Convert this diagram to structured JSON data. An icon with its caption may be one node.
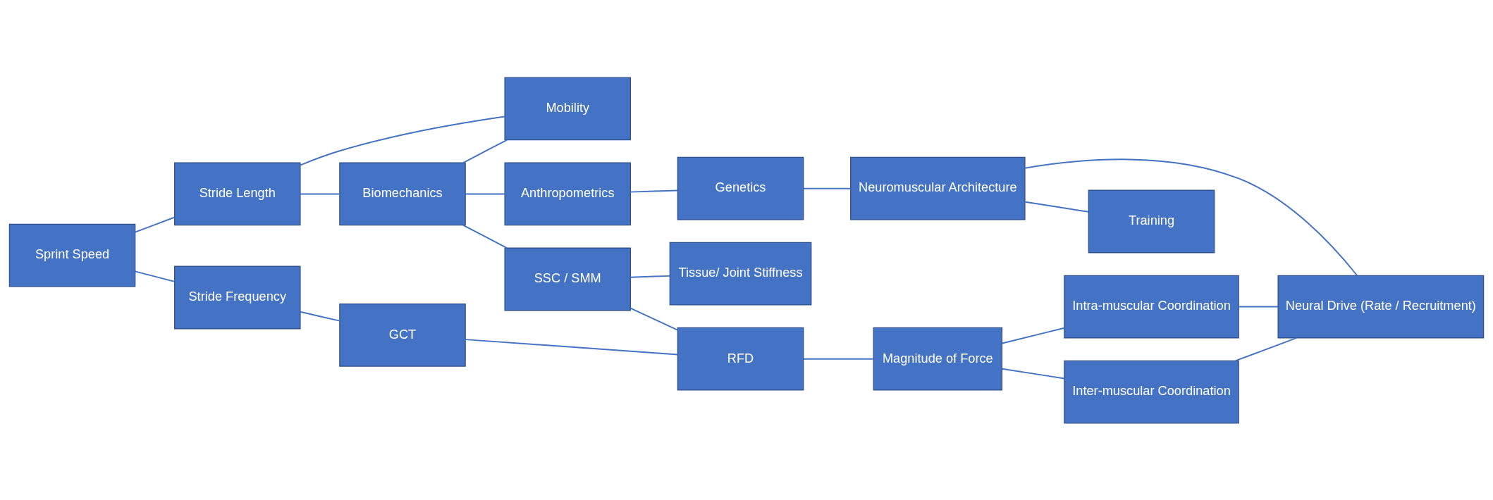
{
  "diagram": {
    "nodes": [
      {
        "text": [
          "Sprint Speed"
        ]
      },
      {
        "text": [
          "Stride Length"
        ]
      },
      {
        "text": [
          "Stride Frequency"
        ]
      },
      {
        "text": [
          "Biomechanics"
        ]
      },
      {
        "text": [
          "Mobility"
        ]
      },
      {
        "text": [
          "GCT"
        ]
      },
      {
        "text": [
          "Anthropometrics"
        ]
      },
      {
        "text": [
          "SSC / SMM"
        ]
      },
      {
        "text": [
          "RFD"
        ]
      },
      {
        "text": [
          "Magnitude of Force"
        ]
      },
      {
        "text": [
          "Tissue/ Joint Stiffness"
        ]
      },
      {
        "text": [
          "Intra-muscular Coordination"
        ]
      },
      {
        "text": [
          "Inter-muscular Coordination"
        ]
      },
      {
        "text": [
          "Neural Drive (Rate / Recruitment)"
        ]
      },
      {
        "text": [
          "Neuromuscular Architecture"
        ]
      },
      {
        "text": [
          "Genetics"
        ]
      },
      {
        "text": [
          "Training"
        ]
      }
    ],
    "edges": [
      {
        "from": 0,
        "to": 1,
        "arrow": "none"
      },
      {
        "from": 0,
        "to": 2,
        "arrow": "none"
      },
      {
        "from": 1,
        "to": 3,
        "arrow": "none"
      },
      {
        "from": 1,
        "to": 4,
        "arrow": "none"
      },
      {
        "from": 2,
        "to": 5,
        "arrow": "none"
      },
      {
        "from": 3,
        "to": 6,
        "arrow": "none"
      },
      {
        "from": 3,
        "to": 4,
        "arrow": "none"
      },
      {
        "from": 3,
        "to": 7,
        "arrow": "none"
      },
      {
        "from": 5,
        "to": 8,
        "arrow": "none"
      },
      {
        "from": 7,
        "to": 8,
        "arrow": "none"
      },
      {
        "from": 7,
        "to": 10,
        "arrow": "none"
      },
      {
        "from": 8,
        "to": 9,
        "arrow": "none"
      },
      {
        "from": 9,
        "to": 11,
        "arrow": "none"
      },
      {
        "from": 9,
        "to": 12,
        "arrow": "none"
      },
      {
        "from": 11,
        "to": 13,
        "arrow": "none"
      },
      {
        "from": 12,
        "to": 13,
        "arrow": "none"
      },
      {
        "from": 14,
        "to": 13,
        "arrow": "none"
      },
      {
        "from": 6,
        "to": 15,
        "arrow": "none"
      },
      {
        "from": 15,
        "to": 14,
        "arrow": "none"
      },
      {
        "from": 14,
        "to": 16,
        "arrow": "none"
      }
    ]
  }
}
